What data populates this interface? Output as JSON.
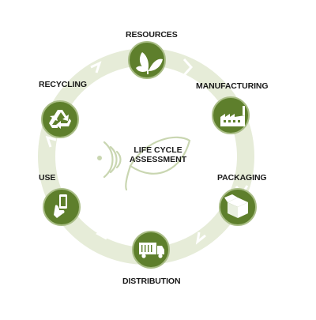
{
  "diagram": {
    "center_title_line1": "LIFE CYCLE",
    "center_title_line2": "ASSESSMENT",
    "stages": [
      {
        "id": "resources",
        "label": "RESOURCES",
        "icon": "leaf-icon"
      },
      {
        "id": "manufacturing",
        "label": "MANUFACTURING",
        "icon": "factory-icon"
      },
      {
        "id": "packaging",
        "label": "PACKAGING",
        "icon": "box-icon"
      },
      {
        "id": "distribution",
        "label": "DISTRIBUTION",
        "icon": "truck-icon"
      },
      {
        "id": "use",
        "label": "USE",
        "icon": "phone-in-hand-icon"
      },
      {
        "id": "recycling",
        "label": "RECYCLING",
        "icon": "recycle-icon"
      }
    ],
    "colors": {
      "circle_fill": "#5e7f2c",
      "circle_border": "#a9bd86",
      "ring": "#e6ecd8",
      "center_leaf": "#c9d6b1",
      "text": "#1a1a1a"
    }
  }
}
